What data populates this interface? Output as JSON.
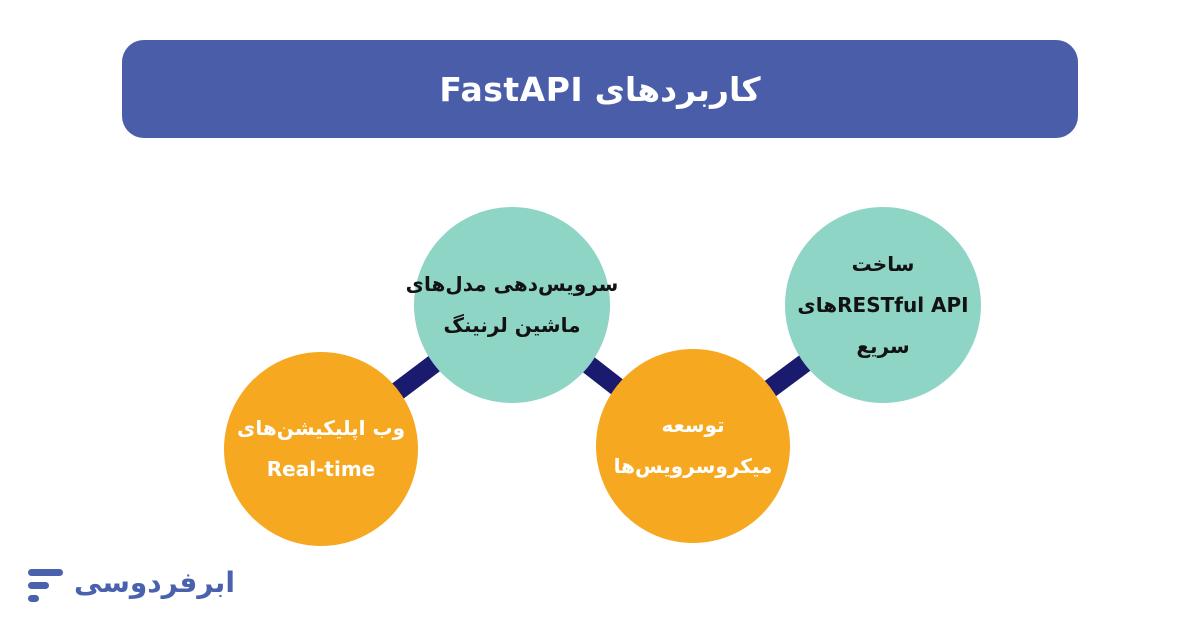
{
  "page": {
    "background_color": "#ffffff"
  },
  "header": {
    "title": "کاربردهای FastAPI",
    "bg_color": "#4a5da8",
    "text_color": "#ffffff"
  },
  "diagram": {
    "connector_color": "#1a1a6e",
    "teal_color": "#8ed5c6",
    "orange_color": "#f6a820",
    "nodes": [
      {
        "id": "realtime-web-apps",
        "color": "#f6a820",
        "text_color": "#ffffff",
        "lines": [
          "وب اپلیکیشن‌های",
          "Real-time"
        ]
      },
      {
        "id": "ml-model-serving",
        "color": "#8ed5c6",
        "text_color": "#121212",
        "lines": [
          "سرویس‌دهی مدل‌های",
          "ماشین لرنینگ"
        ]
      },
      {
        "id": "microservices-development",
        "color": "#f6a820",
        "text_color": "#ffffff",
        "lines": [
          "توسعه",
          "میکروسرویس‌ها"
        ]
      },
      {
        "id": "fast-restful-apis",
        "color": "#8ed5c6",
        "text_color": "#121212",
        "lines": [
          "ساخت",
          "RESTful APIهای",
          "سریع"
        ]
      }
    ]
  },
  "footer": {
    "logo_text": "ابرفردوسی",
    "logo_color": "#4a61ad"
  }
}
